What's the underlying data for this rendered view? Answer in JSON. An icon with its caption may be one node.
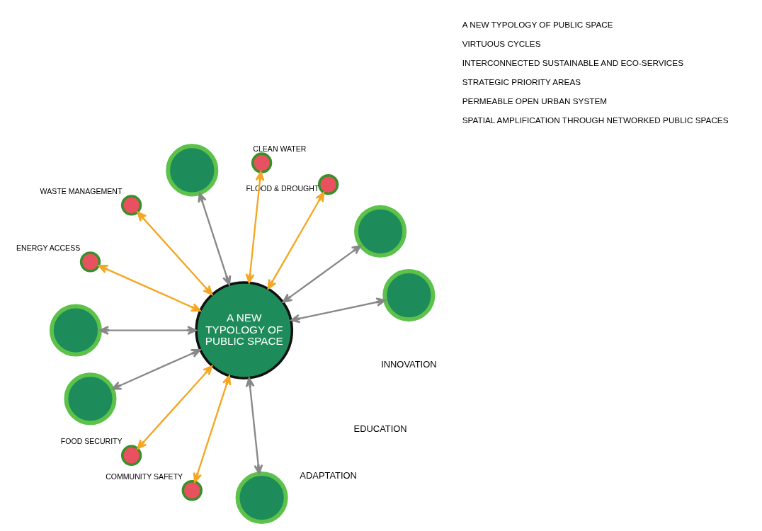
{
  "diagram": {
    "nodes": [
      {
        "text": [],
        "shape": "circle"
      },
      {
        "text": [],
        "shape": "circle"
      },
      {
        "text": [],
        "shape": "circle",
        "beside": [
          "FLOOD & DROUGHT"
        ]
      },
      {
        "text": [],
        "shape": "circle",
        "beside": [
          "CLEAN WATER"
        ]
      },
      {
        "text": [],
        "shape": "circle"
      },
      {
        "text": [],
        "shape": "circle",
        "beside": [
          "WASTE MANAGEMENT"
        ]
      },
      {
        "text": [
          "A NEW TYPOLOGY OF PUBLIC SPACE"
        ]
      },
      {
        "text": [],
        "shape": "circle",
        "beside": [
          "ENERGY ACCESS"
        ]
      },
      {
        "text": [],
        "shape": "circle"
      },
      {
        "text": [],
        "shape": "circle"
      },
      {
        "text": [],
        "shape": "circle",
        "beside": [
          "FOOD SECURITY"
        ]
      },
      {
        "text": [],
        "shape": "circle",
        "beside": [
          "COMMUNITY SAFETY"
        ]
      },
      {
        "text": [],
        "shape": "circle"
      }
    ],
    "edges": [
      {
        "from": 6,
        "to": 2,
        "arrow": "both",
        "color": "#f5a623"
      },
      {
        "from": 6,
        "to": 3,
        "arrow": "both",
        "color": "#f5a623"
      },
      {
        "from": 6,
        "to": 5,
        "arrow": "both",
        "color": "#f5a623"
      },
      {
        "from": 6,
        "to": 7,
        "arrow": "both",
        "color": "#f5a623"
      },
      {
        "from": 6,
        "to": 10,
        "arrow": "both",
        "color": "#f5a623"
      },
      {
        "from": 6,
        "to": 11,
        "arrow": "both",
        "color": "#f5a623"
      },
      {
        "from": 6,
        "to": 0,
        "arrow": "both",
        "color": "#888888"
      },
      {
        "from": 6,
        "to": 1,
        "arrow": "both",
        "color": "#888888"
      },
      {
        "from": 6,
        "to": 4,
        "arrow": "both",
        "color": "#888888"
      },
      {
        "from": 6,
        "to": 8,
        "arrow": "both",
        "color": "#888888"
      },
      {
        "from": 6,
        "to": 9,
        "arrow": "both",
        "color": "#888888"
      },
      {
        "from": 6,
        "to": 12,
        "arrow": "both",
        "color": "#888888"
      }
    ],
    "labels": [
      "ADAPTATION",
      "EDUCATION",
      "INNOVATION"
    ],
    "legend": [
      {
        "text": "A NEW TYPOLOGY OF PUBLIC SPACE"
      },
      {
        "text": "VIRTUOUS CYCLES"
      },
      {
        "text": "INTERCONNECTED SUSTAINABLE AND ECO-SERVICES"
      },
      {
        "text": "STRATEGIC PRIORITY AREAS"
      },
      {
        "text": "PERMEABLE OPEN URBAN SYSTEM"
      },
      {
        "text": "SPATIAL AMPLIFICATION THROUGH NETWORKED PUBLIC SPACES"
      }
    ]
  }
}
